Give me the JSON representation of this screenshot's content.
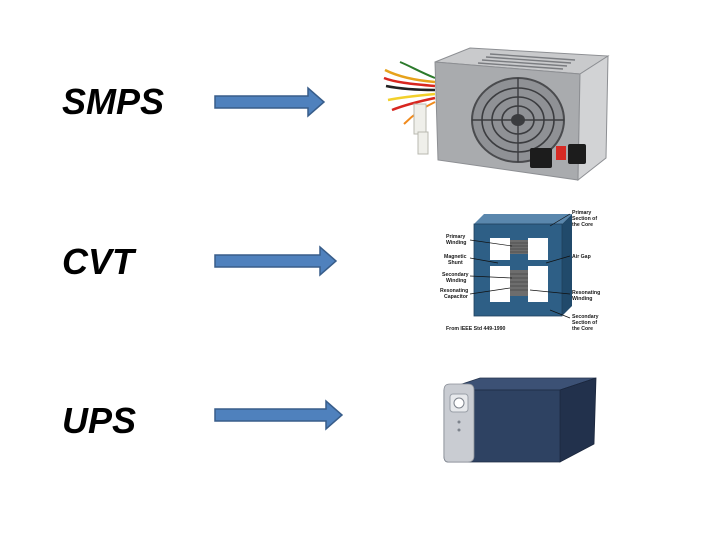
{
  "rows": [
    {
      "label": "SMPS",
      "illustration": "computer-power-supply"
    },
    {
      "label": "CVT",
      "illustration": "constant-voltage-transformer-diagram"
    },
    {
      "label": "UPS",
      "illustration": "ups-unit"
    }
  ],
  "cvt_diagram": {
    "labels": {
      "primary_section": [
        "Primary",
        "Section of",
        "the Core"
      ],
      "primary_winding": [
        "Primary",
        "Winding"
      ],
      "magnetic_shunt": [
        "Magnetic",
        "Shunt"
      ],
      "air_gap": [
        "Air Gap"
      ],
      "secondary_winding": [
        "Secondary",
        "Winding"
      ],
      "resonating_capacitor": [
        "Resonating",
        "Capacitor"
      ],
      "resonating_winding": [
        "Resonating",
        "Winding"
      ],
      "secondary_section": [
        "Secondary",
        "Section of",
        "the Core"
      ]
    },
    "source": "From IEEE Std 449-1990"
  },
  "colors": {
    "arrow_fill": "#4f81bd",
    "arrow_stroke": "#385d8a",
    "core_fill": "#2e5f86",
    "ups_body": "#2b3c58"
  }
}
